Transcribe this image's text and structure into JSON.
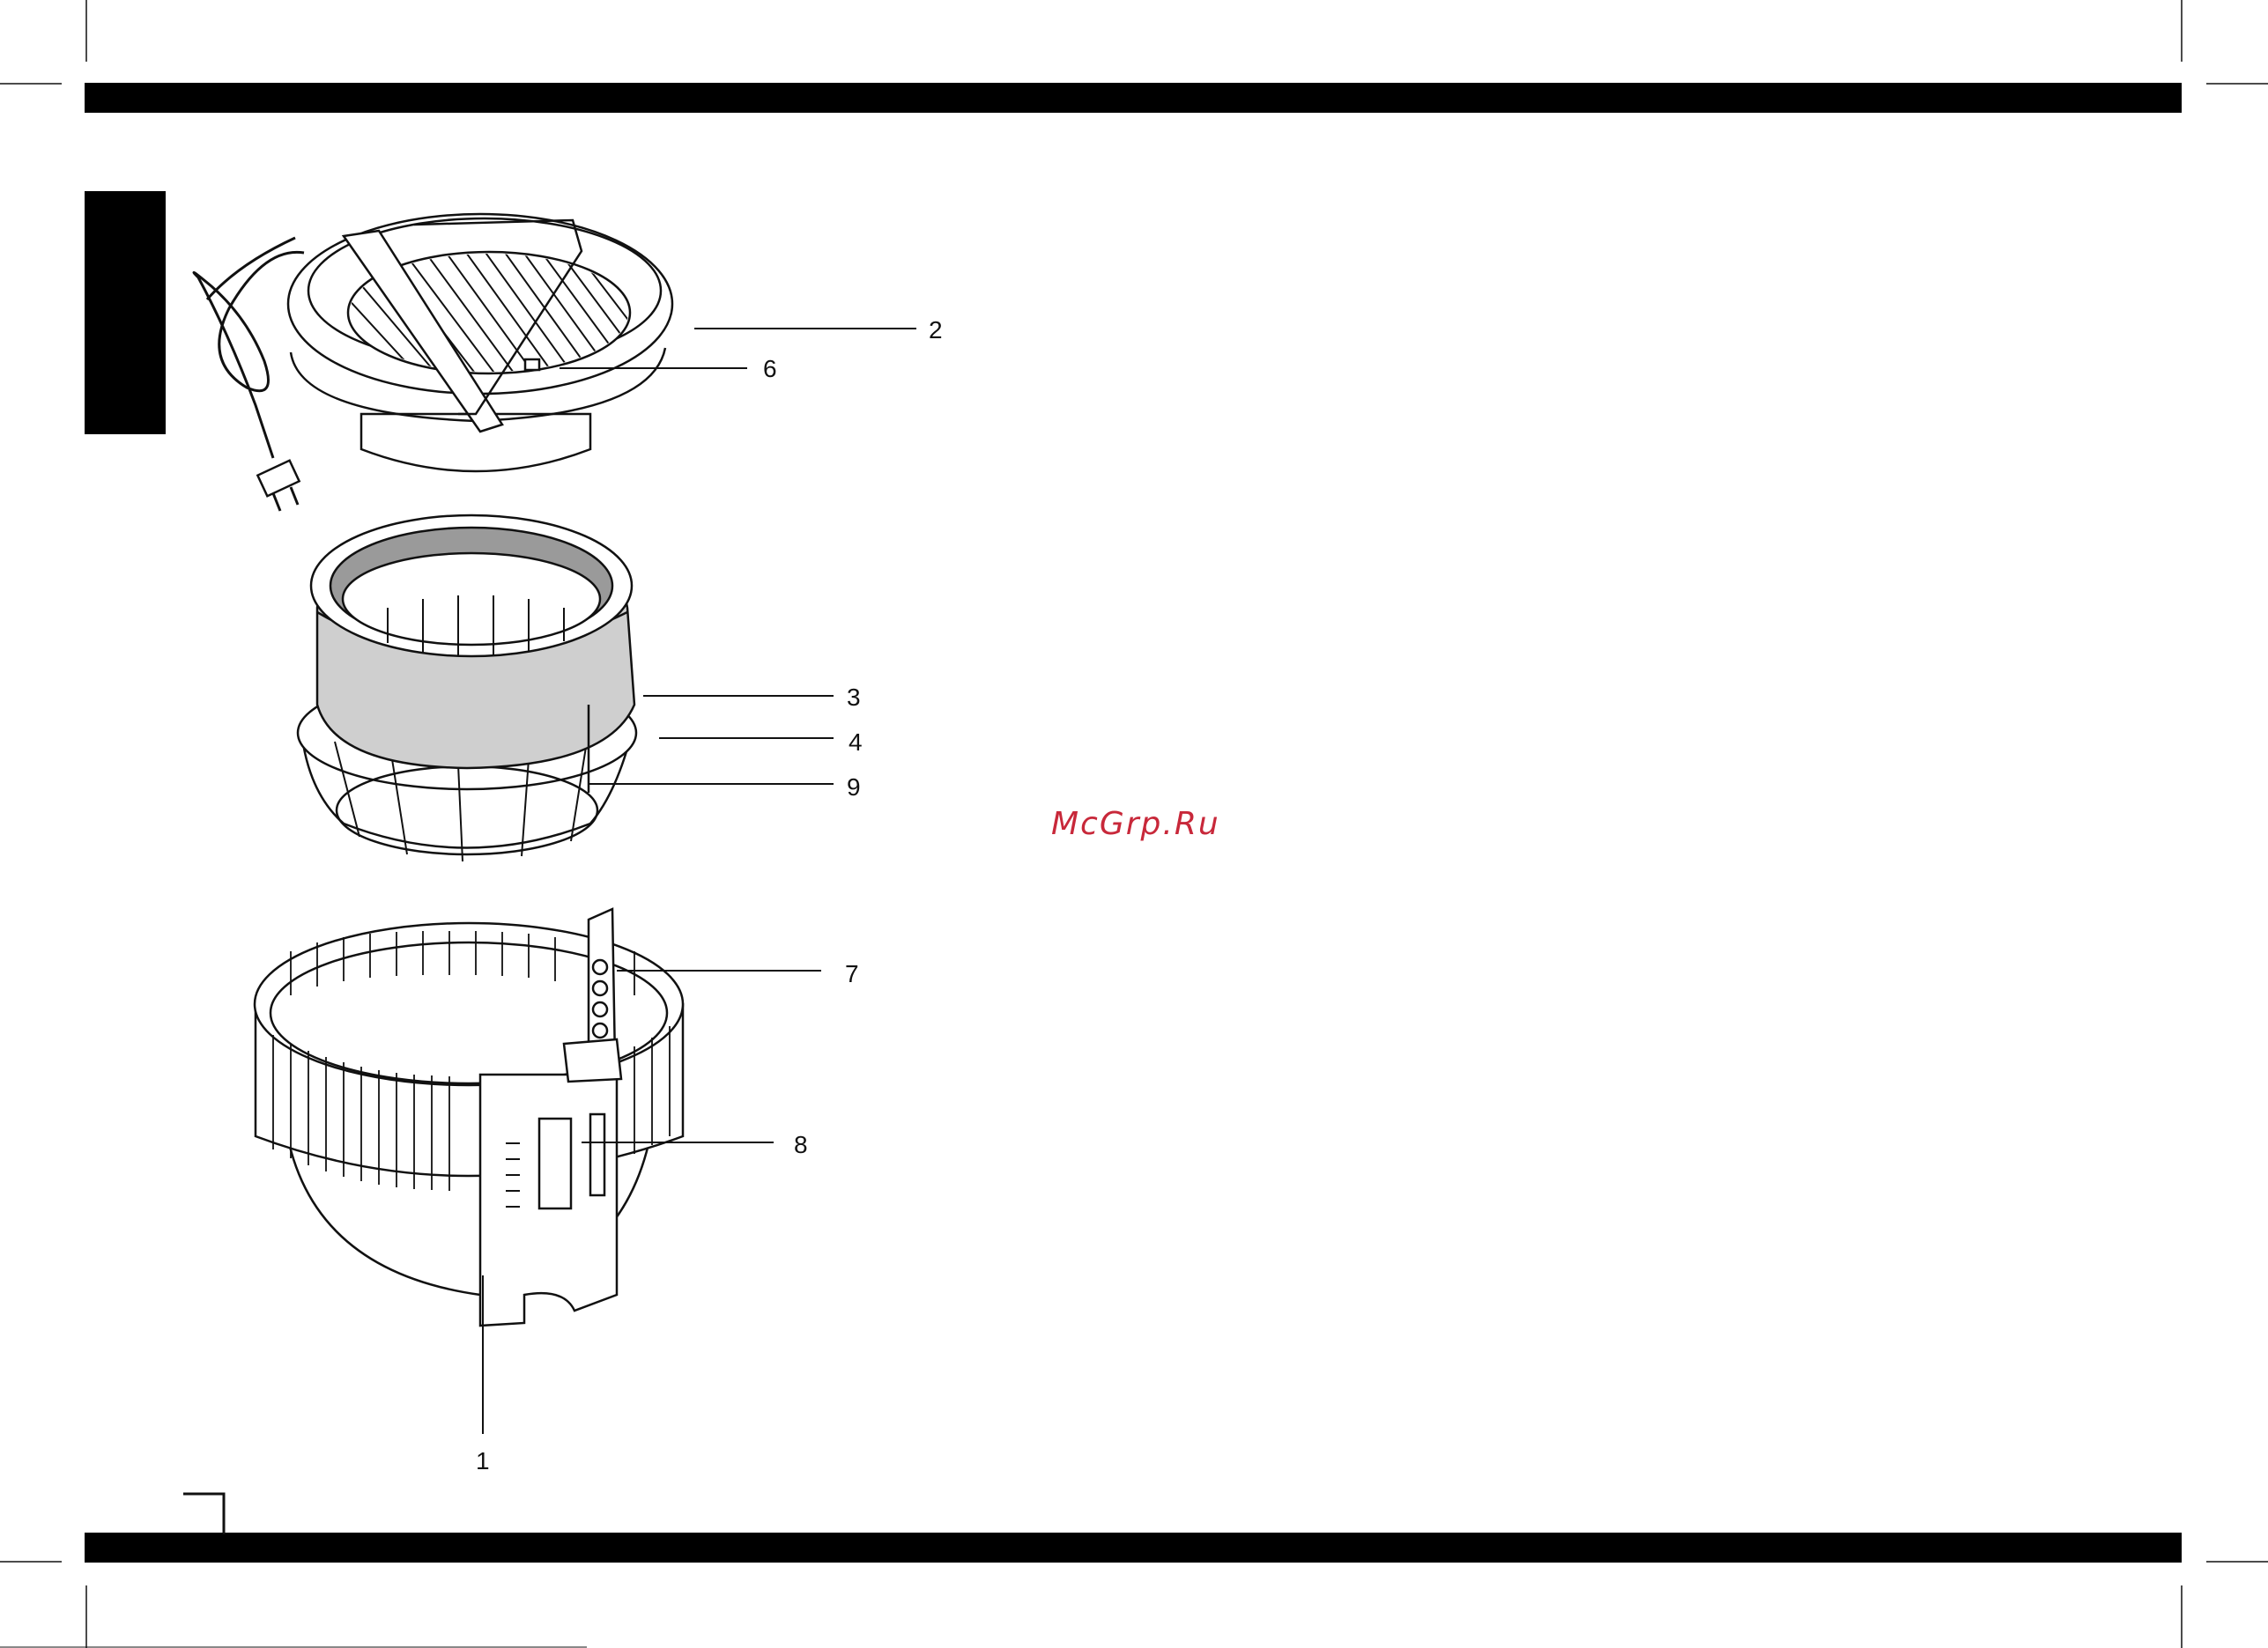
{
  "colors": {
    "ink": "#111111",
    "band": "#000000",
    "filter_fill": "#cfcfcf",
    "inner_ring_fill": "#9a9a9a",
    "watermark": "#c8283a"
  },
  "watermark": "McGrp.Ru",
  "callouts": {
    "c2": "2",
    "c6": "6",
    "c3": "3",
    "c4": "4",
    "c9": "9",
    "c7": "7",
    "c8": "8",
    "c1": "1"
  },
  "components": [
    "motor-head-icon",
    "power-cord-icon",
    "cloth-filter-icon",
    "filter-basket-icon",
    "container-icon",
    "float-indicator-icon",
    "window-icon"
  ]
}
